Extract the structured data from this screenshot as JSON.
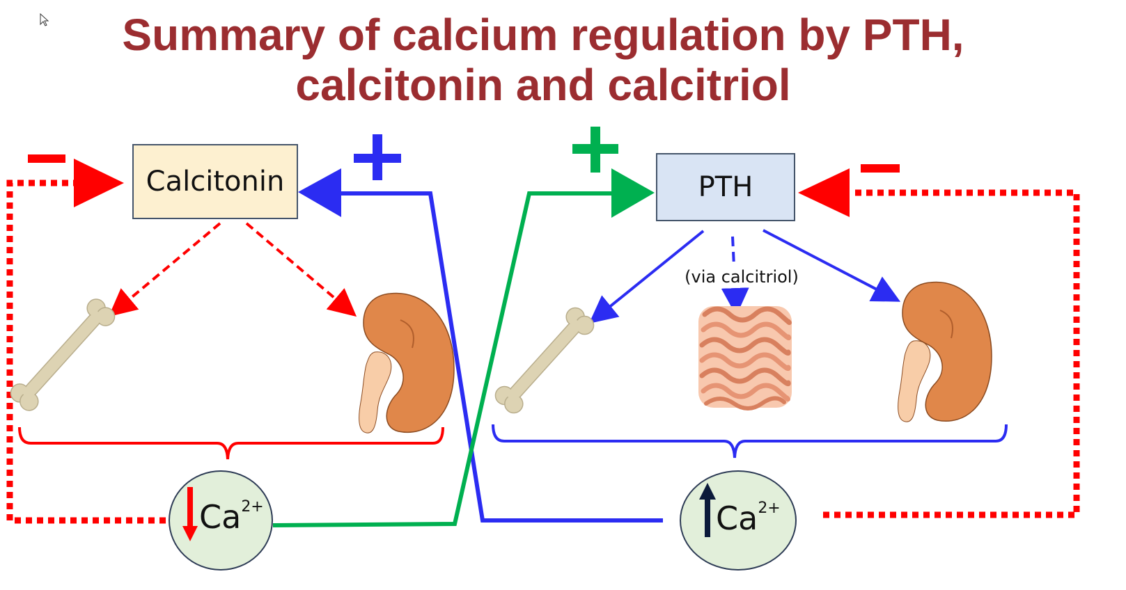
{
  "title": {
    "line1": "Summary of calcium regulation by PTH,",
    "line2": "calcitonin and calcitriol"
  },
  "nodes": {
    "calcitonin": "Calcitonin",
    "pth": "PTH",
    "via_calcitriol": "(via calcitriol)",
    "ca_low": {
      "symbol": "Ca",
      "charge": "2+",
      "arrow": "down"
    },
    "ca_high": {
      "symbol": "Ca",
      "charge": "2+",
      "arrow": "up"
    }
  },
  "signs": {
    "calcitonin_inhibit": "−",
    "calcitonin_stimulate": "+",
    "pth_stimulate": "+",
    "pth_inhibit": "−"
  },
  "colors": {
    "title": "#9b2d30",
    "red": "#ff0000",
    "blue": "#2b2cf2",
    "green": "#00b050",
    "calcitonin_box": "#fdf0d0",
    "pth_box": "#d9e4f4",
    "ca_circle": "#e2efda",
    "bone": "#ddd3b3",
    "kidney": "#e0874a",
    "intestine": "#f5b89a"
  },
  "icons": [
    "bone-icon",
    "kidney-icon",
    "intestine-icon",
    "cursor-icon"
  ]
}
